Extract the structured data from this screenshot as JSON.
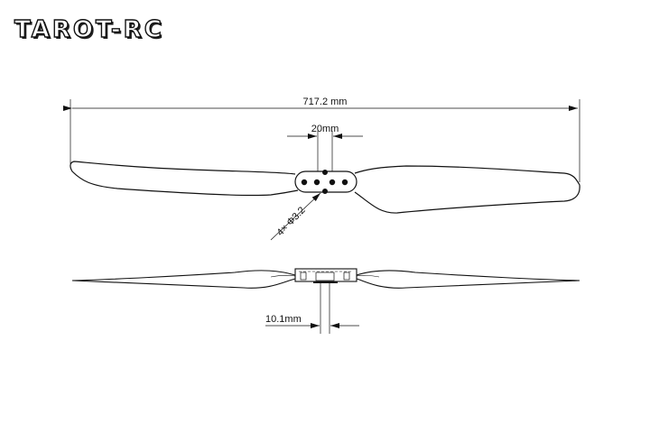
{
  "logo": {
    "text": "TAROT-RC"
  },
  "top_view": {
    "overall_length_label": "717.2 mm",
    "hub_spacing_label": "20mm",
    "hole_label": "4× Φ3.2"
  },
  "side_view": {
    "hub_thickness_label": "10.1mm"
  }
}
